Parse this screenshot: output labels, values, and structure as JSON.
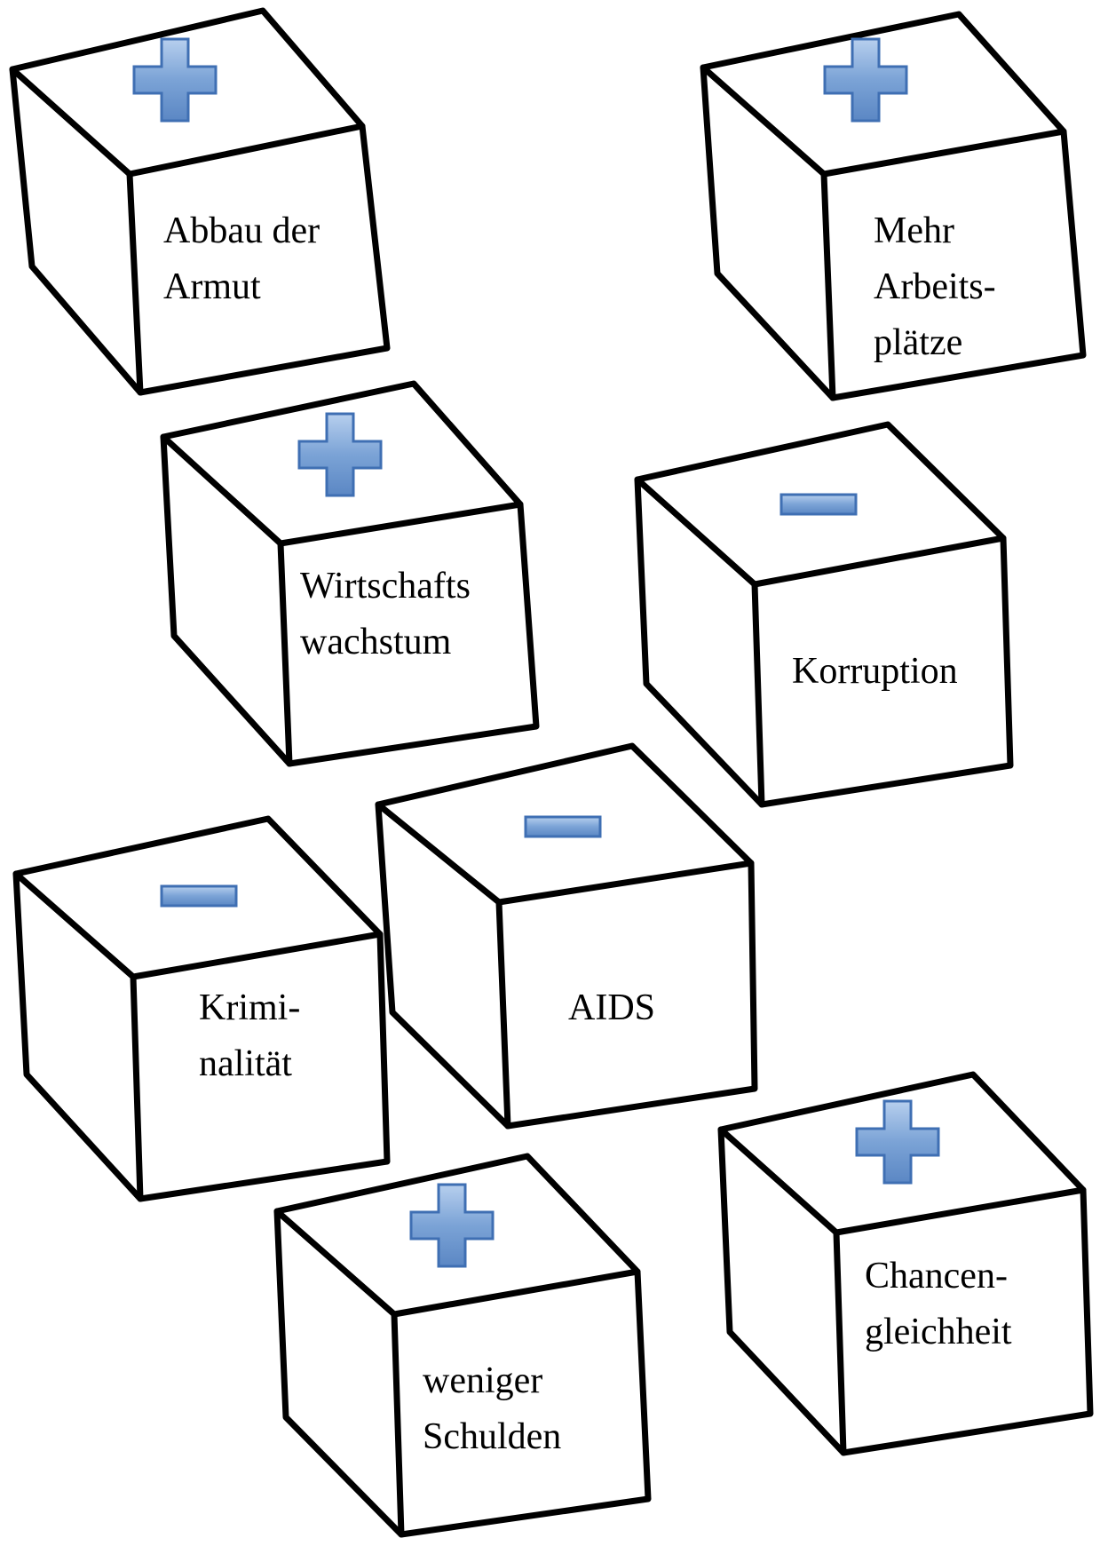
{
  "cubes": [
    {
      "id": "cube-abbau-armut",
      "sign": "plus",
      "lines": [
        "Abbau der",
        "Armut"
      ]
    },
    {
      "id": "cube-arbeitsplaetze",
      "sign": "plus",
      "lines": [
        "Mehr",
        "Arbeits-",
        "plätze"
      ]
    },
    {
      "id": "cube-wirtschaftswachstum",
      "sign": "plus",
      "lines": [
        "Wirtschafts",
        "wachstum"
      ]
    },
    {
      "id": "cube-korruption",
      "sign": "minus",
      "lines": [
        "Korruption"
      ]
    },
    {
      "id": "cube-kriminalitaet",
      "sign": "minus",
      "lines": [
        "Krimi-",
        "nalität"
      ]
    },
    {
      "id": "cube-aids",
      "sign": "minus",
      "lines": [
        "AIDS"
      ]
    },
    {
      "id": "cube-schulden",
      "sign": "plus",
      "lines": [
        "weniger",
        "Schulden"
      ]
    },
    {
      "id": "cube-chancengleichheit",
      "sign": "plus",
      "lines": [
        "Chancen-",
        "gleichheit"
      ]
    }
  ],
  "colors": {
    "sign_fill": "#7ba3d6",
    "sign_stroke": "#3f6fb3",
    "outline": "#000000",
    "face": "#ffffff"
  }
}
